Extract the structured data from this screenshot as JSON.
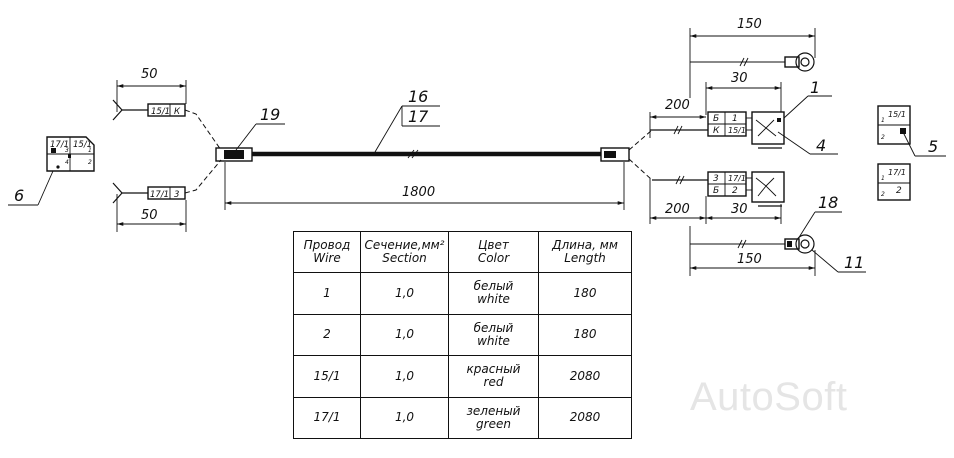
{
  "dimensions": {
    "left_top": "50",
    "left_bottom": "50",
    "main_length": "1800",
    "right_top": "150",
    "right_30_top": "30",
    "right_200_top": "200",
    "right_200_bottom": "200",
    "right_30_bottom": "30",
    "right_bottom": "150"
  },
  "callouts": {
    "c1": "1",
    "c4": "4",
    "c5": "5",
    "c6": "6",
    "c11": "11",
    "c16": "16",
    "c17": "17",
    "c18": "18",
    "c19": "19"
  },
  "connectors": {
    "left_top_a": "15/1",
    "left_top_b": "К",
    "left_bottom_a": "17/1",
    "left_bottom_b": "3",
    "right_top_b": "Б",
    "right_top_1": "1",
    "right_top_k": "К",
    "right_top_151": "15/1",
    "right_bot_3": "3",
    "right_bot_171": "17/1",
    "right_bot_b": "Б",
    "right_bot_2": "2",
    "c5_top_label": "15/1",
    "c5_top_1": "1",
    "c5_top_2": "2",
    "c5_bot_label": "17/1",
    "c5_bot_1": "1",
    "c5_bot_2": "2",
    "c6_a": "17/1",
    "c6_b": "15/1",
    "c6_3": "3",
    "c6_1": "1",
    "c6_4": "4",
    "c6_2": "2"
  },
  "table": {
    "headers": [
      {
        "ru": "Провод",
        "en": "Wire"
      },
      {
        "ru": "Сечение,мм²",
        "en": "Section"
      },
      {
        "ru": "Цвет",
        "en": "Color"
      },
      {
        "ru": "Длина, мм",
        "en": "Length"
      }
    ],
    "rows": [
      {
        "wire": "1",
        "section": "1,0",
        "color_ru": "белый",
        "color_en": "white",
        "length": "180"
      },
      {
        "wire": "2",
        "section": "1,0",
        "color_ru": "белый",
        "color_en": "white",
        "length": "180"
      },
      {
        "wire": "15/1",
        "section": "1,0",
        "color_ru": "красный",
        "color_en": "red",
        "length": "2080"
      },
      {
        "wire": "17/1",
        "section": "1,0",
        "color_ru": "зеленый",
        "color_en": "green",
        "length": "2080"
      }
    ]
  },
  "watermark": "AutoSoft"
}
